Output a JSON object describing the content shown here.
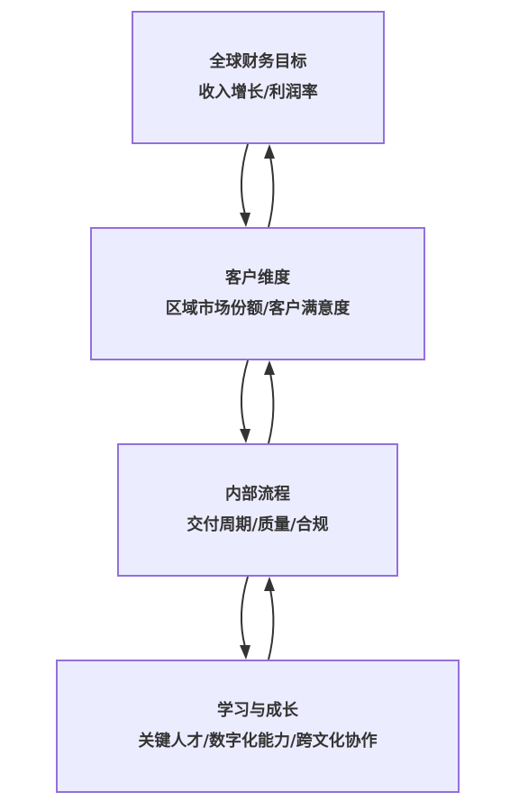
{
  "nodes": [
    {
      "title": "全球财务目标",
      "subtitle": "收入增长/利润率"
    },
    {
      "title": "客户维度",
      "subtitle": "区域市场份额/客户满意度"
    },
    {
      "title": "内部流程",
      "subtitle": "交付周期/质量/合规"
    },
    {
      "title": "学习与成长",
      "subtitle": "关键人才/数字化能力/跨文化协作"
    }
  ],
  "colors": {
    "node_fill": "#ececff",
    "node_border": "#9370db",
    "text": "#333333",
    "edge": "#333333"
  }
}
